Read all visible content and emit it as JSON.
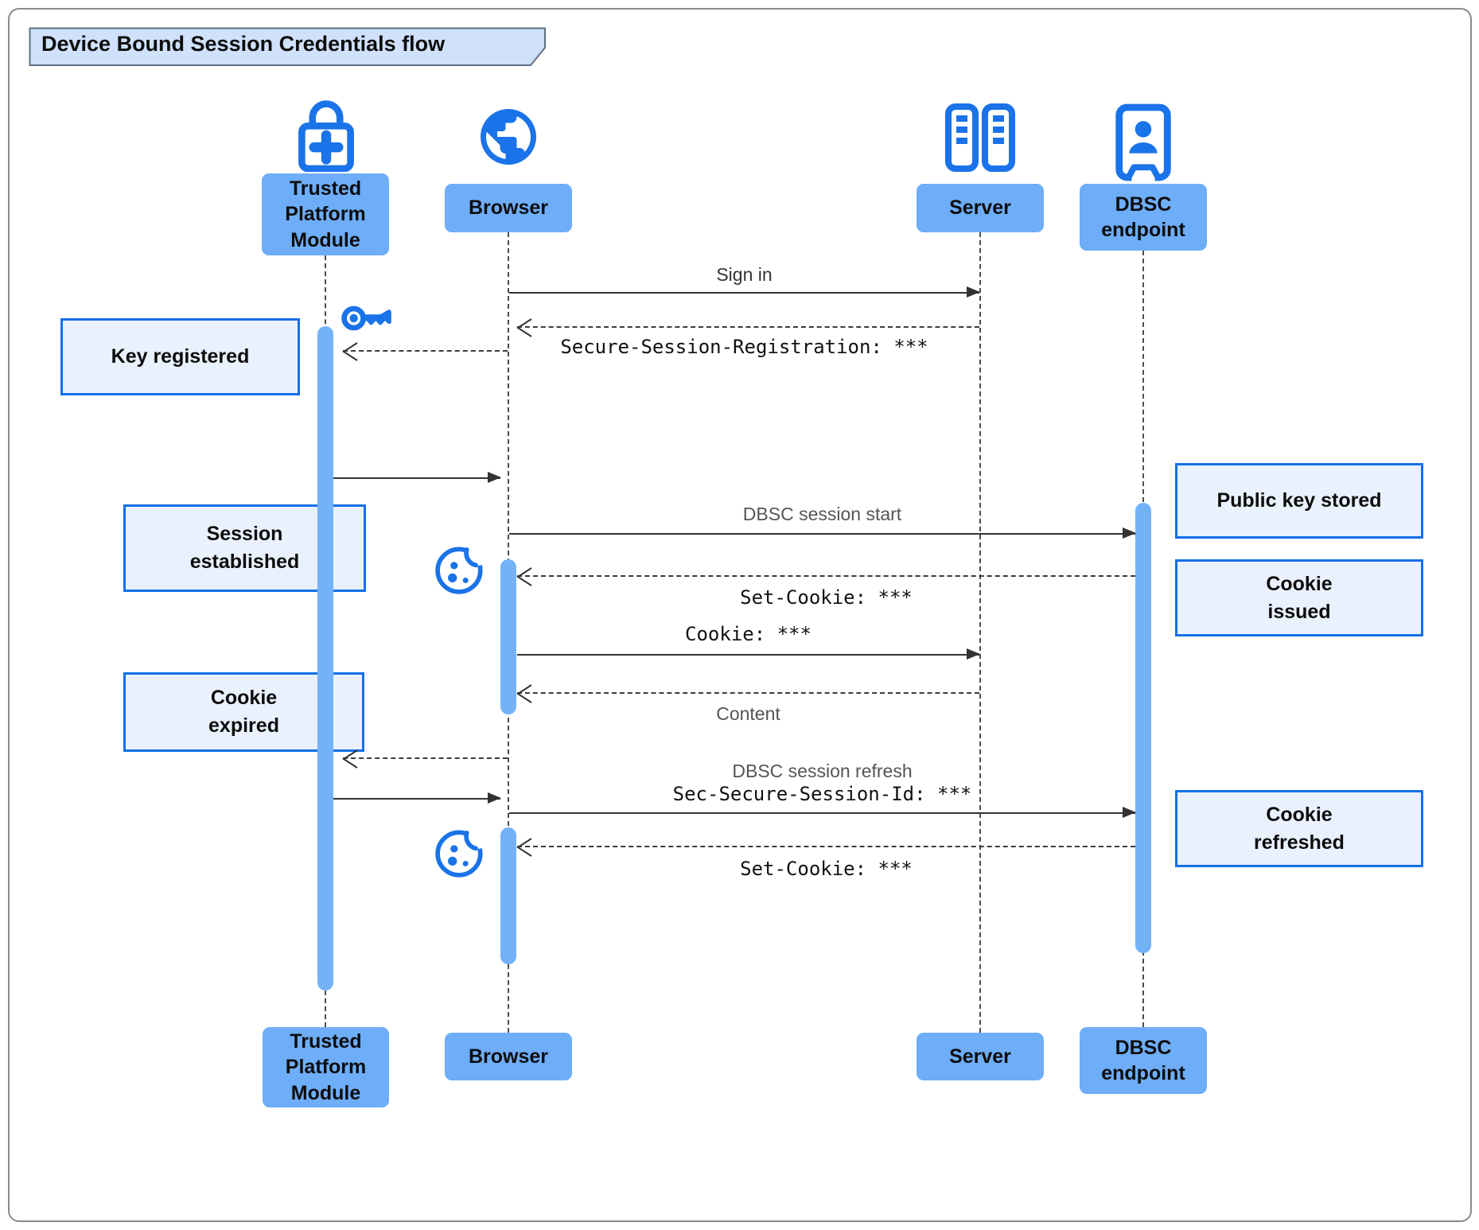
{
  "title": "Device Bound Session Credentials flow",
  "actors": {
    "tpm": {
      "label": "Trusted\nPlatform\nModule"
    },
    "browser": {
      "label": "Browser"
    },
    "server": {
      "label": "Server"
    },
    "dbsc": {
      "label": "DBSC\nendpoint"
    }
  },
  "messages": {
    "sign_in": "Sign in",
    "secure_session_registration": "Secure-Session-Registration: ***",
    "dbsc_session_start": "DBSC session start",
    "set_cookie_1": "Set-Cookie: ***",
    "cookie": "Cookie: ***",
    "content": "Content",
    "dbsc_session_refresh": "DBSC session refresh",
    "sec_secure_session_id": "Sec-Secure-Session-Id: ***",
    "set_cookie_2": "Set-Cookie: ***"
  },
  "notes": {
    "key_registered": "Key registered",
    "session_established": "Session\nestablished",
    "cookie_expired": "Cookie\nexpired",
    "public_key_stored": "Public key stored",
    "cookie_issued": "Cookie\nissued",
    "cookie_refreshed": "Cookie\nrefreshed"
  },
  "colors": {
    "accent": "#1a73e8",
    "activation_bar": "#74b2f8",
    "actor_box_fill": "#6eadf8",
    "note_fill": "#e9f1fd",
    "note_border": "#1570e8",
    "title_tab_fill": "#cfe1fb",
    "arrow": "#333333",
    "label_muted": "#555555"
  }
}
